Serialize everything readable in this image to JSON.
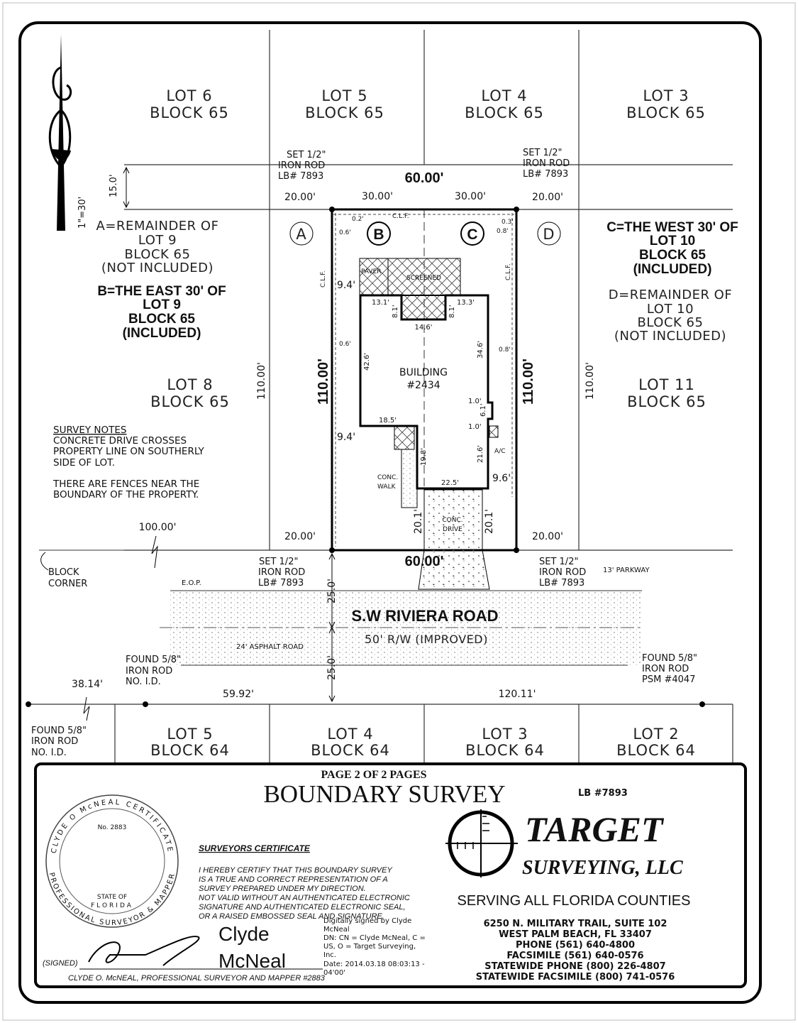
{
  "lots": {
    "lot6": [
      "LOT 6",
      "BLOCK 65"
    ],
    "lot5": [
      "LOT 5",
      "BLOCK 65"
    ],
    "lot4": [
      "LOT 4",
      "BLOCK 65"
    ],
    "lot3": [
      "LOT 3",
      "BLOCK 65"
    ],
    "lot8": [
      "LOT 8",
      "BLOCK 65"
    ],
    "lot11": [
      "LOT 11",
      "BLOCK 65"
    ],
    "lot5b": [
      "LOT 5",
      "BLOCK 64"
    ],
    "lot4b": [
      "LOT 4",
      "BLOCK 64"
    ],
    "lot3b": [
      "LOT 3",
      "BLOCK 64"
    ],
    "lot2b": [
      "LOT 2",
      "BLOCK 64"
    ]
  },
  "parcels": {
    "a_letter": "A",
    "b_letter": "B",
    "c_letter": "C",
    "d_letter": "D",
    "a_desc": [
      "A=REMAINDER OF",
      "LOT 9",
      "BLOCK 65",
      "(NOT INCLUDED)"
    ],
    "b_desc": [
      "B=THE EAST 30' OF",
      "LOT 9",
      "BLOCK 65",
      "(INCLUDED)"
    ],
    "c_desc": [
      "C=THE WEST 30' OF",
      "LOT 10",
      "BLOCK 65",
      "(INCLUDED)"
    ],
    "d_desc": [
      "D=REMAINDER OF",
      "LOT 10",
      "BLOCK 65",
      "(NOT INCLUDED)"
    ]
  },
  "survey_notes": {
    "title": "SURVEY NOTES",
    "lines": [
      "CONCRETE DRIVE CROSSES",
      "PROPERTY LINE ON SOUTHERLY",
      "SIDE OF LOT.",
      "",
      "THERE ARE FENCES NEAR THE",
      "BOUNDARY OF THE PROPERTY."
    ]
  },
  "monuments": {
    "nw": [
      "SET 1/2\"",
      "IRON ROD",
      "LB# 7893"
    ],
    "ne": [
      "SET 1/2\"",
      "IRON ROD",
      "LB# 7893"
    ],
    "sw": [
      "SET 1/2\"",
      "IRON ROD",
      "LB# 7893"
    ],
    "se": [
      "SET 1/2\"",
      "IRON ROD",
      "LB# 7893"
    ],
    "found_west": [
      "FOUND 5/8\"",
      "IRON ROD",
      "NO. I.D."
    ],
    "found_mid": [
      "FOUND 5/8\"",
      "IRON ROD",
      "NO. I.D."
    ],
    "found_east": [
      "FOUND 5/8\"",
      "IRON ROD",
      "PSM #4047"
    ],
    "block_corner": [
      "BLOCK",
      "CORNER"
    ]
  },
  "dimensions": {
    "top_width": "60.00'",
    "bottom_width": "60.00'",
    "left_depth": "110.00'",
    "right_depth": "110.00'",
    "lot8_depth": "110.00'",
    "lot11_depth": "110.00'",
    "top_left_half": "30.00'",
    "top_right_half": "30.00'",
    "top_a": "20.00'",
    "top_d": "20.00'",
    "bot_a": "20.00'",
    "bot_d": "20.00'",
    "rear_offset": "15.0'",
    "block_dist": "100.00'",
    "row_north": "25.0'",
    "row_south": "25.0'",
    "south_38": "38.14'",
    "south_59": "59.92'",
    "south_120": "120.11'",
    "nw_02": "0.2'",
    "nw_06": "0.6'",
    "ne_03": "0.3'",
    "ne_08": "0.8'",
    "mid_06": "0.6'",
    "mid_08": "0.8'",
    "b94_top": "9.4'",
    "b94_bot": "9.4'",
    "b131": "13.1'",
    "b133": "13.3'",
    "b81a": "8.1'",
    "b81b": "8.1'",
    "b146": "14.6'",
    "b426": "42.6'",
    "b346": "34.6'",
    "b10a": "1.0'",
    "b61": "6.1'",
    "b10b": "1.0'",
    "b216": "21.6'",
    "b185": "18.5'",
    "b198": "19.8'",
    "b225": "22.5'",
    "b96": "9.6'",
    "d201a": "20.1'",
    "d201b": "20.1'",
    "clf": "C.L.F.",
    "clf_left": "C.L.F.",
    "clf_right": "C.L.F."
  },
  "labels": {
    "building": [
      "BUILDING",
      "#2434"
    ],
    "paver": "PAVER",
    "screened": "SCREENED",
    "ac": "A/C",
    "conc_walk": [
      "CONC.",
      "WALK"
    ],
    "conc_drive": [
      "CONC.",
      "DRIVE"
    ],
    "road": "S.W RIVIERA ROAD",
    "row": "50' R/W (IMPROVED)",
    "asphalt": "24' ASPHALT ROAD",
    "parkway": "13' PARKWAY",
    "eop": "E.O.P.",
    "scale": "1\"=30'"
  },
  "title_block": {
    "page": "PAGE 2 OF 2 PAGES",
    "title": "BOUNDARY SURVEY",
    "lb": "LB #7893",
    "company1": "TARGET",
    "company2": "SURVEYING, LLC",
    "serving": "SERVING ALL FLORIDA COUNTIES",
    "address": [
      "6250 N. MILITARY TRAIL, SUITE 102",
      "WEST PALM BEACH, FL 33407",
      "PHONE  (561) 640-4800",
      "FACSIMILE  (561) 640-0576",
      "STATEWIDE PHONE  (800) 226-4807",
      "STATEWIDE FACSIMILE  (800) 741-0576"
    ],
    "cert_title": "SURVEYORS CERTIFICATE",
    "cert_lines": [
      "I HEREBY CERTIFY THAT THIS BOUNDARY SURVEY",
      "IS A TRUE AND CORRECT REPRESENTATION OF A",
      "SURVEY PREPARED UNDER MY DIRECTION.",
      "NOT VALID WITHOUT AN AUTHENTICATED ELECTRONIC",
      "SIGNATURE AND AUTHENTICATED ELECTRONIC SEAL,",
      "OR A RAISED EMBOSSED SEAL AND SIGNATURE."
    ],
    "signed": "(SIGNED)",
    "surveyor": "CLYDE O. McNEAL, PROFESSIONAL SURVEYOR AND MAPPER #2883",
    "sig_name": [
      "Clyde",
      "McNeal"
    ],
    "digital": [
      "Digitally signed by Clyde",
      "McNeal",
      "DN: CN = Clyde McNeal, C =",
      "US, O = Target Surveying,",
      "Inc.",
      "Date: 2014.03.18 08:03:13 -",
      "04'00'"
    ]
  },
  "seal": {
    "top_arc": "CLYDE O McNEAL CERTIFICATE",
    "bottom_arc": "PROFESSIONAL SURVEYOR & MAPPER",
    "number": "No. 2883",
    "state": "STATE OF",
    "florida": "FLORIDA"
  }
}
